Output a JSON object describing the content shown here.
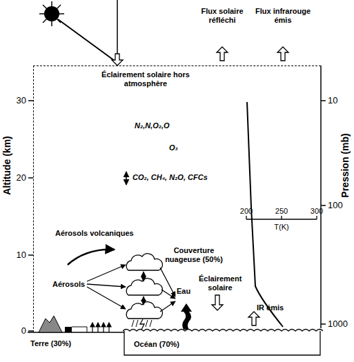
{
  "diagram": {
    "nodes": [
      {
        "text": [
          "Éclairement solaire hors atmosphère"
        ]
      },
      {
        "text": [
          "Océan (70%)"
        ]
      }
    ],
    "labels": [
      "Flux solaire réfléchi",
      "Flux infrarouge émis",
      "Altitude (km)",
      "Pression (mb)",
      "0",
      "10",
      "20",
      "30",
      "10",
      "100",
      "1000",
      "N₂,N,O₂,O",
      "O₃",
      "CO₂, CH₄, N₂O, CFCs",
      "200",
      "250",
      "300",
      "T(K)",
      "Aérosols volcaniques",
      "Couverture nuageuse (50%)",
      "Aérosols",
      "Eau",
      "Éclairement solaire",
      "IR émis",
      "Terre (30%)"
    ]
  }
}
